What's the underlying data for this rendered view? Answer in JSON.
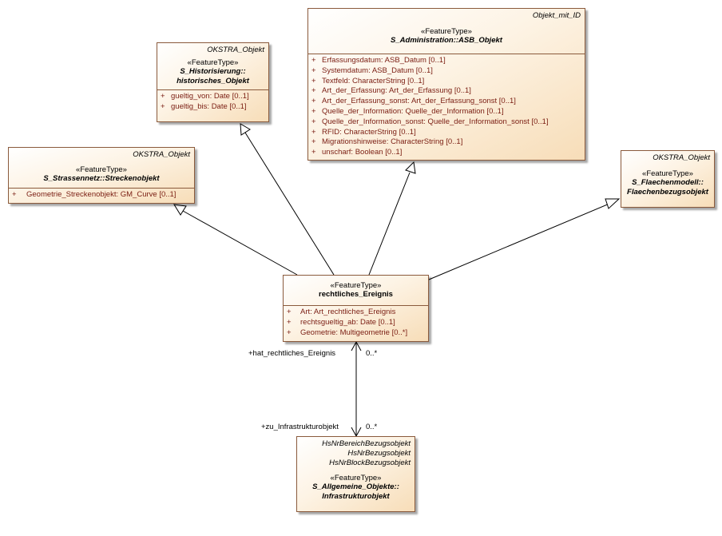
{
  "classes": {
    "historisches_objekt": {
      "parent": "OKSTRA_Objekt",
      "stereotype": "«FeatureType»",
      "name_line1": "S_Historisierung::",
      "name_line2": "historisches_Objekt",
      "attributes": [
        {
          "vis": "+",
          "text": "gueltig_von: Date [0..1]"
        },
        {
          "vis": "+",
          "text": "gueltig_bis: Date [0..1]"
        }
      ]
    },
    "asb_objekt": {
      "parent": "Objekt_mit_ID",
      "stereotype": "«FeatureType»",
      "name_line1": "S_Administration::ASB_Objekt",
      "attributes": [
        {
          "vis": "+",
          "text": "Erfassungsdatum: ASB_Datum [0..1]"
        },
        {
          "vis": "+",
          "text": "Systemdatum: ASB_Datum [0..1]"
        },
        {
          "vis": "+",
          "text": "Textfeld: CharacterString [0..1]"
        },
        {
          "vis": "+",
          "text": "Art_der_Erfassung: Art_der_Erfassung [0..1]"
        },
        {
          "vis": "+",
          "text": "Art_der_Erfassung_sonst: Art_der_Erfassung_sonst [0..1]"
        },
        {
          "vis": "+",
          "text": "Quelle_der_Information: Quelle_der_Information [0..1]"
        },
        {
          "vis": "+",
          "text": "Quelle_der_Information_sonst: Quelle_der_Information_sonst [0..1]"
        },
        {
          "vis": "+",
          "text": "RFID: CharacterString [0..1]"
        },
        {
          "vis": "+",
          "text": "Migrationshinweise: CharacterString [0..1]"
        },
        {
          "vis": "+",
          "text": "unscharf: Boolean [0..1]"
        }
      ]
    },
    "streckenobjekt": {
      "parent": "OKSTRA_Objekt",
      "stereotype": "«FeatureType»",
      "name_line1": "S_Strassennetz::Streckenobjekt",
      "attributes": [
        {
          "vis": "+",
          "text": "Geometrie_Streckenobjekt: GM_Curve [0..1]"
        }
      ]
    },
    "flaechenbezugsobjekt": {
      "parent": "OKSTRA_Objekt",
      "stereotype": "«FeatureType»",
      "name_line1": "S_Flaechenmodell::",
      "name_line2": "Flaechenbezugsobjekt"
    },
    "rechtliches_ereignis": {
      "stereotype": "«FeatureType»",
      "name_line1": "rechtliches_Ereignis",
      "attributes": [
        {
          "vis": "+",
          "text": "Art: Art_rechtliches_Ereignis"
        },
        {
          "vis": "+",
          "text": "rechtsgueltig_ab: Date [0..1]"
        },
        {
          "vis": "+",
          "text": "Geometrie: Multigeometrie [0..*]"
        }
      ]
    },
    "infrastrukturobjekt": {
      "parents": [
        "HsNrBereichBezugsobjekt",
        "HsNrBezugsobjekt",
        "HsNrBlockBezugsobjekt"
      ],
      "stereotype": "«FeatureType»",
      "name_line1": "S_Allgemeine_Objekte::",
      "name_line2": "Infrastrukturobjekt"
    }
  },
  "association": {
    "role_top": "+hat_rechtliches_Ereignis",
    "mult_top": "0..*",
    "role_bottom": "+zu_Infrastrukturobjekt",
    "mult_bottom": "0..*"
  },
  "colors": {
    "border": "#8a5a3c",
    "attribute_text": "#7a1d12",
    "fill_light": "#fdf3e4",
    "fill_dark": "#f7ddb8"
  }
}
